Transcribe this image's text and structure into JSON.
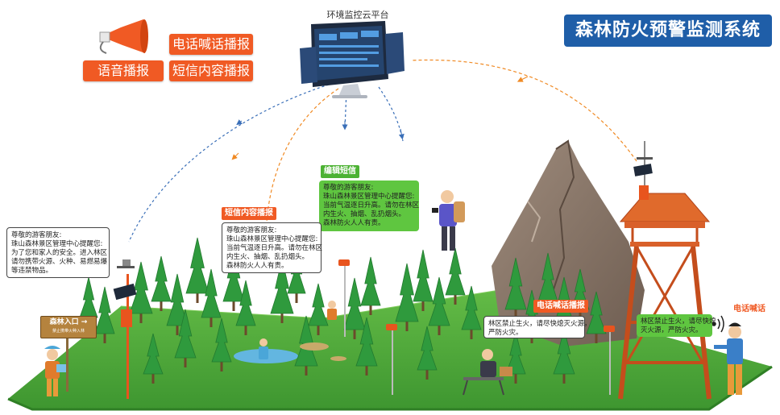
{
  "system_title": "森林防火预警监测系统",
  "cloud_platform_label": "环境监控云平台",
  "broadcast_buttons": {
    "phone_broadcast": "电话喊话播报",
    "voice_broadcast": "语音播报",
    "sms_broadcast": "短信内容播报"
  },
  "edit_sms_tag": "编辑短信",
  "edit_sms_bubble": [
    "尊敬的游客朋友:",
    "珠山森林景区管理中心提醒您:",
    "当前气温逐日升高。请勿在林区",
    "内生火、抽烟、乱扔烟头。",
    "森林防火人人有责。"
  ],
  "sms_broadcast_tag": "短信内容播报",
  "sms_bubble": [
    "尊敬的游客朋友:",
    "珠山森林景区管理中心提醒您:",
    "当前气温逐日升高。请勿在林区",
    "内生火、抽烟、乱扔烟头。",
    "森林防火人人有责。"
  ],
  "entrance_bubble": [
    "尊敬的游客朋友:",
    "珠山森林景区管理中心提醒您:",
    "为了您和家人的安全。进入林区",
    "请勿携带火源、火种、易燃易爆",
    "等违禁物品。"
  ],
  "phone_broadcast_tag": "电话喊话播报",
  "phone_broadcast_bubble": [
    "林区禁止生火，请尽快熄灭火源，",
    "严防火灾。"
  ],
  "phone_call_tag": "电话喊话",
  "phone_call_bubble": [
    "林区禁止生火，请尽快熄",
    "灭火源，严防火灾。"
  ],
  "entrance_sign": {
    "title": "森林入口",
    "arrow": "→",
    "subtitle": "禁止携带火种入林"
  },
  "colors": {
    "accent_orange": "#f05a24",
    "title_blue": "#1f5ea8",
    "bubble_green": "#5fc640",
    "tag_green": "#4cb233",
    "grass_green": "#4ea83a"
  }
}
